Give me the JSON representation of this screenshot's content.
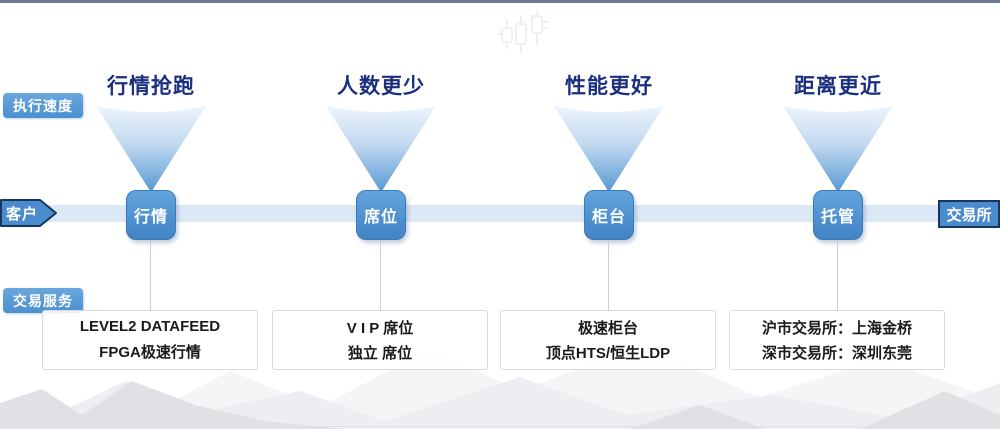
{
  "header": {
    "logo_icon": "candlestick-chart-logo"
  },
  "row_labels": {
    "execution_speed": "执行速度",
    "customer": "客户",
    "trading_service": "交易服务",
    "exchange": "交易所"
  },
  "columns": [
    {
      "title": "行情抢跑",
      "node": "行情",
      "details": [
        "LEVEL2 DATAFEED",
        "FPGA极速行情"
      ]
    },
    {
      "title": "人数更少",
      "node": "席位",
      "details": [
        "V I P 席位",
        "独立 席位"
      ]
    },
    {
      "title": "性能更好",
      "node": "柜台",
      "details": [
        "极速柜台",
        "顶点HTS/恒生LDP"
      ]
    },
    {
      "title": "距离更近",
      "node": "托管",
      "details": [
        "沪市交易所：上海金桥",
        "深市交易所：深圳东莞"
      ]
    }
  ],
  "colors": {
    "top_line": "#6d7b93",
    "title_navy": "#1b2f80",
    "node_blue": "#4183c4",
    "pill_blue": "#4a90d0",
    "timeline_band": "#dbe8f6",
    "funnel_tip": "#5b9bd5",
    "border_navy": "#17365d"
  }
}
